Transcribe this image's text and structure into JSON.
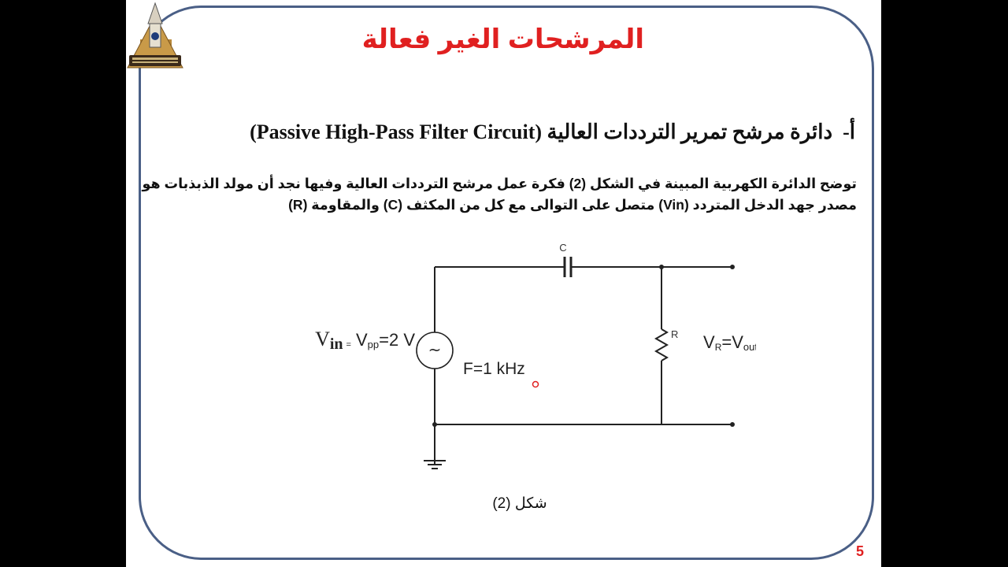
{
  "title": "المرشحات الغير فعالة",
  "heading": {
    "marker": "أ-",
    "arabic": "دائرة مرشح تمرير الترددات العالية",
    "english": "(Passive High-Pass Filter Circuit)"
  },
  "paragraph": {
    "line1": "توضح الدائرة الكهربية المبينة في الشكل (2) فكرة عمل مرشح الترددات العالية وفيها نجد أن مولد الذبذبات هو",
    "line2": "مصدر جهد الدخل المتردد  (Vin) متصل على التوالى مع كل من المكثف (C) والمقاومة (R)"
  },
  "circuit": {
    "capacitor_label": "C",
    "resistor_label": "R",
    "source_symbol": "~",
    "vin_main": "V",
    "vin_sub": "in",
    "vin_eq": "=",
    "vpp_main": "V",
    "vpp_sub": "pp",
    "vpp_value": "=2 V",
    "frequency": "F=1 kHz",
    "vr_main": "V",
    "vr_sub": "R",
    "vr_eq": "=V",
    "vout_sub": "out"
  },
  "caption": "شكل (2)",
  "page_number": "5",
  "colors": {
    "title": "#e02020",
    "frame": "#4a5f86",
    "background": "#000000",
    "page_number": "#e02020"
  },
  "icons": {
    "logo": "university-logo-icon"
  }
}
